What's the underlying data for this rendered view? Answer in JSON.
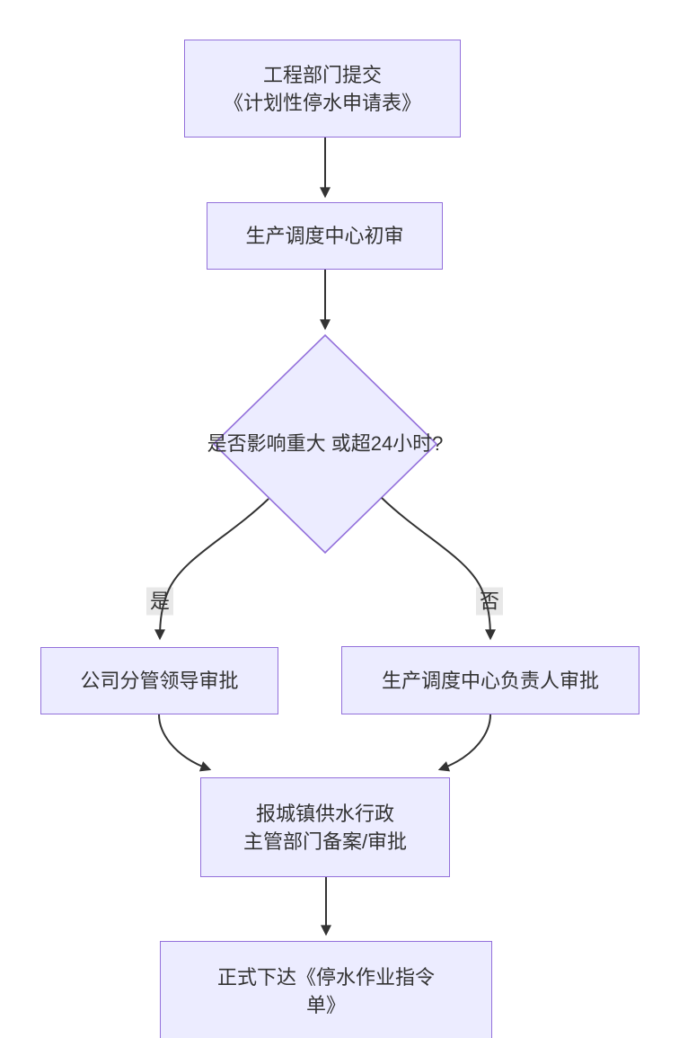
{
  "diagram": {
    "type": "flowchart",
    "direction": "top-down",
    "colors": {
      "background": "#ffffff",
      "node_fill": "#ECECFF",
      "node_border": "#9370DB",
      "edge_line": "#333333",
      "text": "#333333",
      "edge_label_background": "#e8e8e8"
    },
    "nodes": [
      {
        "id": "submit-application",
        "shape": "rect",
        "lines": [
          "工程部门提交",
          "《计划性停水申请表》"
        ]
      },
      {
        "id": "initial-review",
        "shape": "rect",
        "lines": [
          "生产调度中心初审"
        ]
      },
      {
        "id": "impact-decision",
        "shape": "diamond",
        "lines": [
          "是否影响重大",
          "或超24小时?"
        ]
      },
      {
        "id": "leader-approval",
        "shape": "rect",
        "lines": [
          "公司分管领导审批"
        ]
      },
      {
        "id": "dispatch-head-approval",
        "shape": "rect",
        "lines": [
          "生产调度中心负责人审批"
        ]
      },
      {
        "id": "report-authority",
        "shape": "rect",
        "lines": [
          "报城镇供水行政",
          "主管部门备案/审批"
        ]
      },
      {
        "id": "issue-order",
        "shape": "rect",
        "lines": [
          "正式下达《停水作业指令",
          "单》"
        ]
      }
    ],
    "edge_labels": {
      "yes": "是",
      "no": "否"
    }
  }
}
